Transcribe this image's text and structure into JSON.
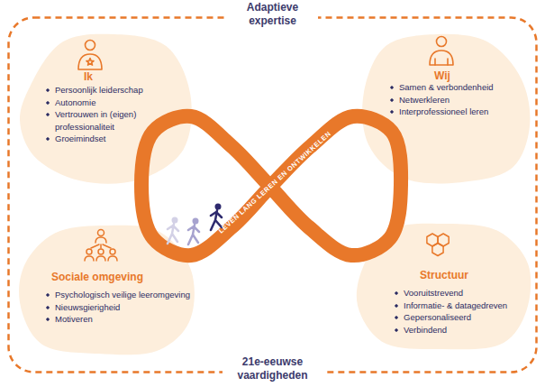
{
  "diagram": {
    "nodes": [
      {
        "text": [
          "Adaptieve expertise",
          "21e-eeuwse vaardigheden"
        ]
      },
      {
        "text": [
          "Ik",
          "Persoonlijk leiderschap",
          "Autonomie",
          "Vertrouwen in (eigen) professionaliteit",
          "Groeimindset"
        ],
        "in": 0
      },
      {
        "text": [
          "Wij",
          "Samen & verbondenheid",
          "Netwerkleren",
          "Interprofessioneel leren"
        ],
        "in": 0
      },
      {
        "text": [
          "Sociale omgeving",
          "Psychologisch veilige leeromgeving",
          "Nieuwsgierigheid",
          "Motiveren"
        ],
        "in": 0
      },
      {
        "text": [
          "Structuur",
          "Vooruitstrevend",
          "Informatie- & datagedreven",
          "Gepersonaliseerd",
          "Verbindend"
        ],
        "in": 0
      }
    ],
    "labels": [
      "LEVEN LANG LEREN EN ONTWIKKELEN"
    ]
  }
}
